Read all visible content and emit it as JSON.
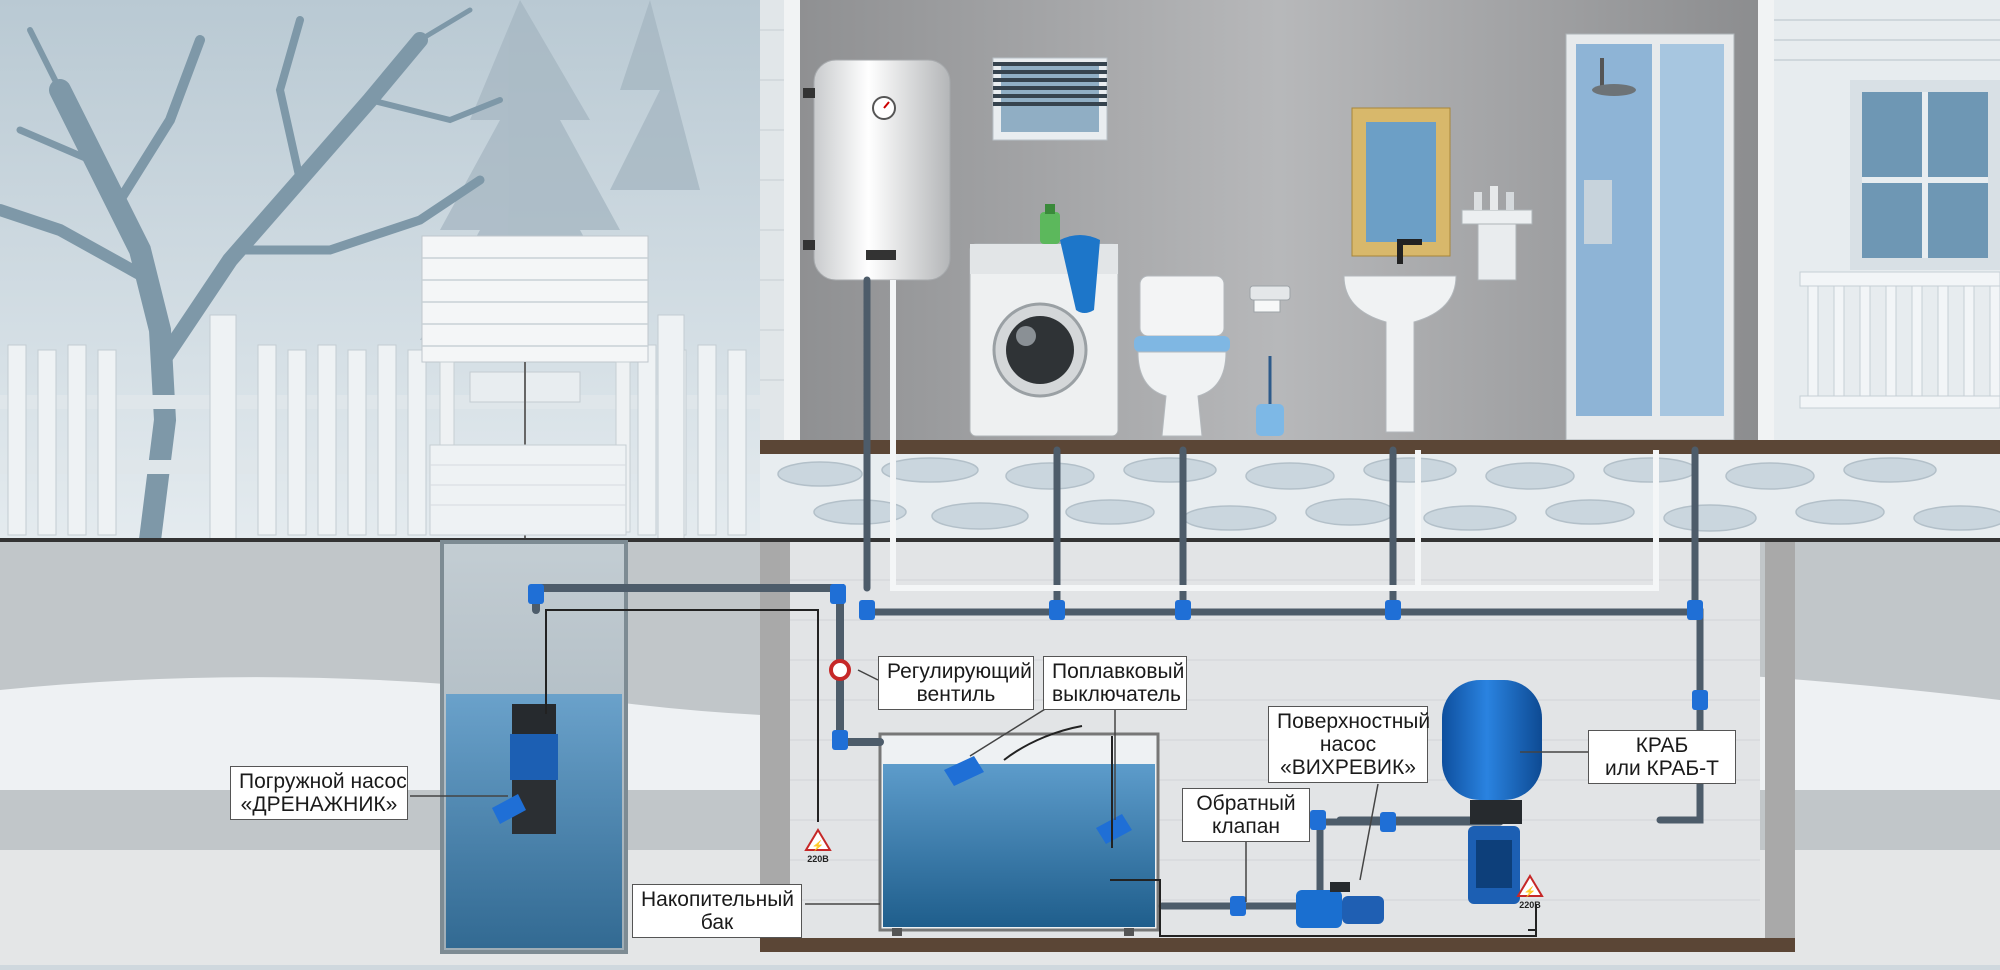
{
  "labels": {
    "submersible_pump": [
      "Погружной насос",
      "«ДРЕНАЖНИК»"
    ],
    "regulating_valve": [
      "Регулирующий",
      "вентиль"
    ],
    "float_switch": [
      "Поплавковый",
      "выключатель"
    ],
    "surface_pump": [
      "Поверхностный",
      "насос",
      "«ВИХРЕВИК»"
    ],
    "check_valve": [
      "Обратный",
      "клапан"
    ],
    "accumulator": [
      "КРАБ",
      "или КРАБ-Т"
    ],
    "storage_tank": [
      "Накопительный",
      "бак"
    ]
  },
  "voltage_signs": [
    "220В",
    "220В"
  ],
  "colors": {
    "pipe": "#4d5c6a",
    "fitting": "#1f6fd6",
    "water": "#3f86b8",
    "accumulator": "#1565c8",
    "wall": "#9a9b9d",
    "floor": "#5b4636"
  },
  "icons": [
    "tree-icon",
    "well-icon",
    "water-heater-icon",
    "washing-machine-icon",
    "toilet-icon",
    "sink-icon",
    "shower-cabin-icon",
    "pump-icon",
    "electric-hazard-icon"
  ]
}
